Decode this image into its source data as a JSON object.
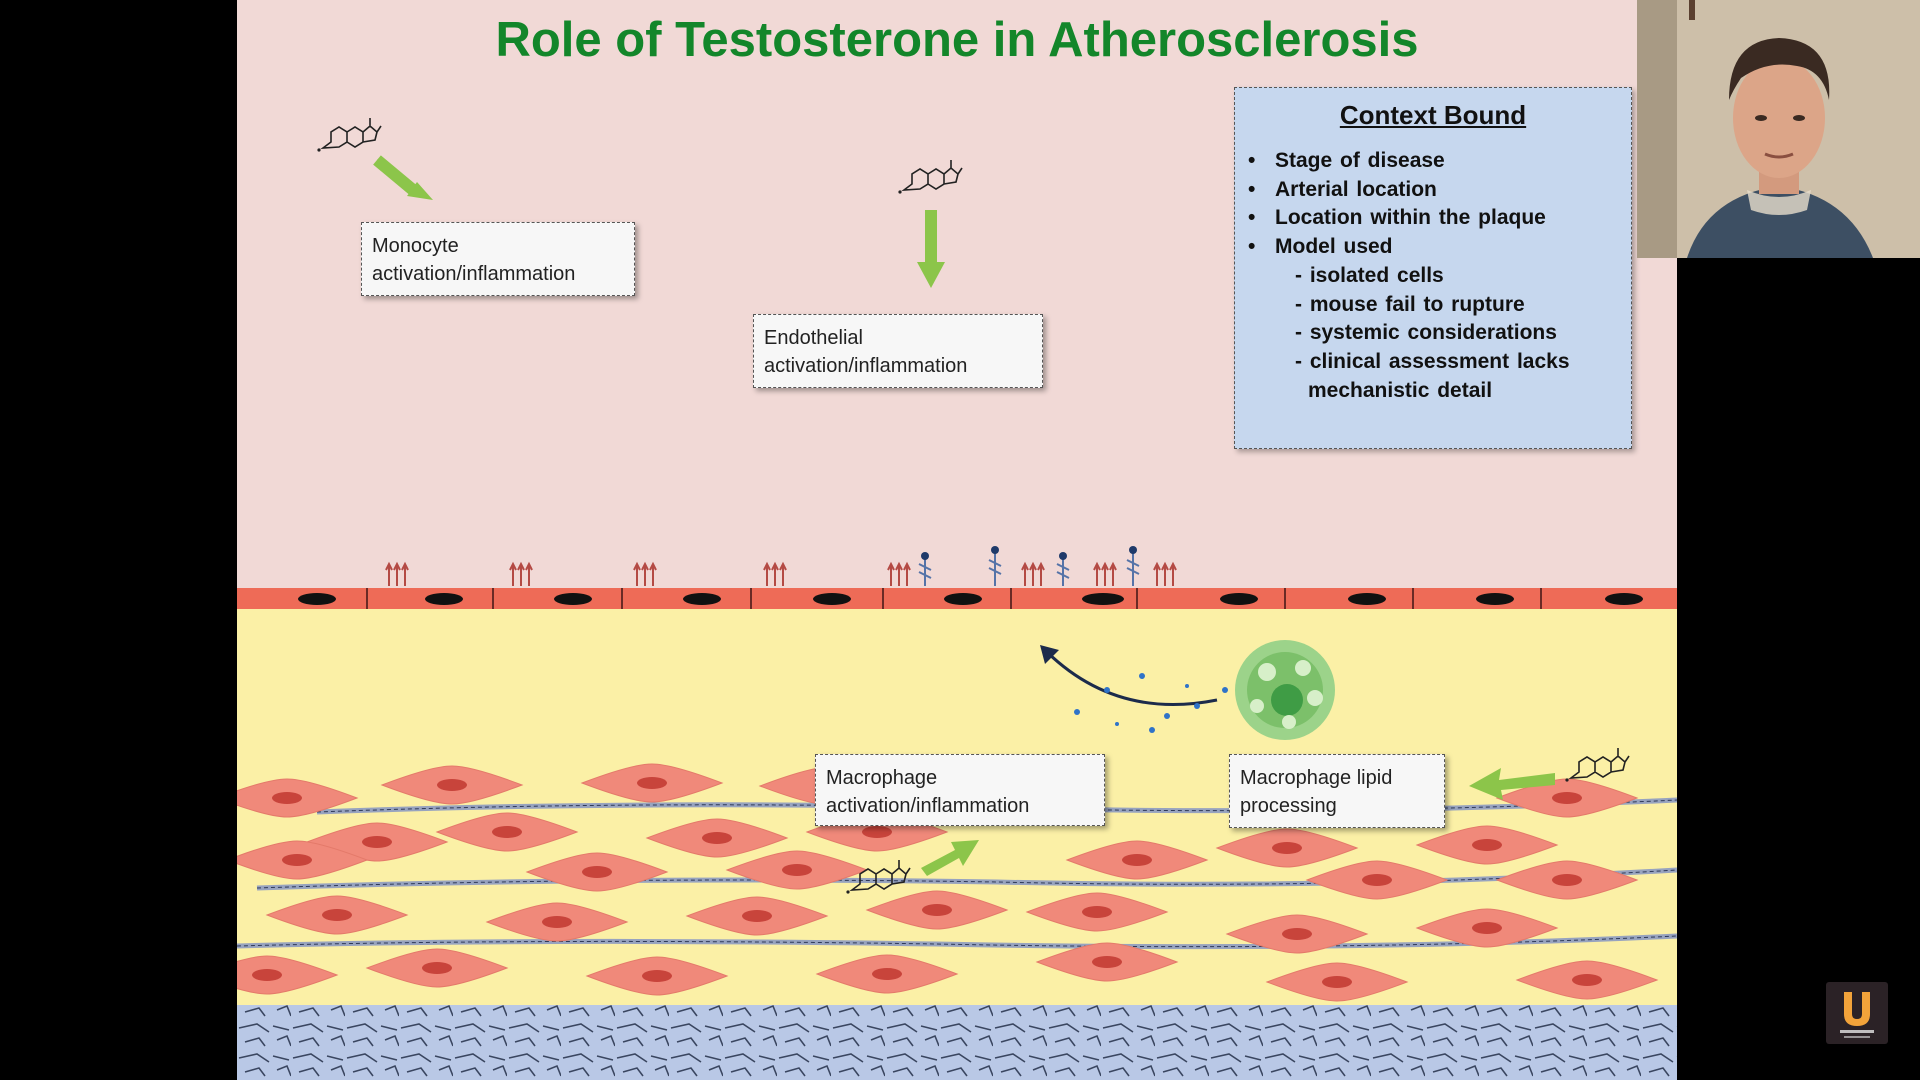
{
  "slide": {
    "title": "Role of Testosterone in Atherosclerosis",
    "labels": {
      "monocyte": [
        "Monocyte",
        "activation/inflammation"
      ],
      "endothelial": [
        "Endothelial",
        "activation/inflammation"
      ],
      "macrophage_activation": [
        "Macrophage",
        "activation/inflammation"
      ],
      "macrophage_lipid": [
        "Macrophage lipid",
        "processing"
      ]
    },
    "context": {
      "heading": "Context Bound",
      "items": [
        "Stage of disease",
        "Arterial location",
        "Location within the plaque",
        "Model used"
      ],
      "sub_items": [
        "- isolated cells",
        "- mouse fail to rupture",
        "- systemic considerations",
        "- clinical assessment lacks"
      ],
      "sub_continuation": "mechanistic detail"
    },
    "colors": {
      "title": "#13862a",
      "arrow": "#8cc54a",
      "lumen": "#f1d9d6",
      "intima": "#fbf0a6",
      "endothelium": "#ee6b57",
      "smooth_muscle": "#f08a7a",
      "adventitia": "#b9c8e6"
    },
    "icons": [
      "testosterone-molecule-icon",
      "green-arrow-icon",
      "foam-cell-icon"
    ]
  },
  "webcam": {
    "description": "presenter"
  },
  "logo": {
    "name": "grand-rounds-urology-logo"
  }
}
